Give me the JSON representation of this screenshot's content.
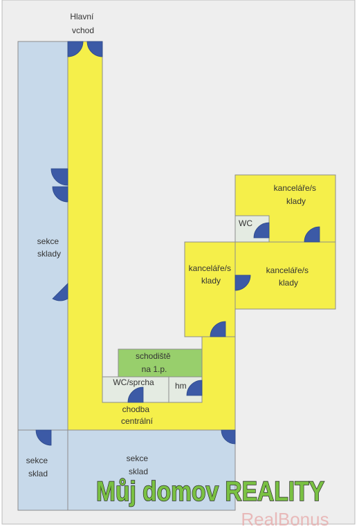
{
  "colors": {
    "background": "#eeeeee",
    "warehouse": "#c7d9ea",
    "corridor": "#f5ef4a",
    "staircase": "#98cf6c",
    "sanitary": "#e4ebe2",
    "door": "#3c5aa6",
    "wall": "#8c8c8c"
  },
  "labels": {
    "main_entrance": [
      "Hlavní",
      "vchod"
    ],
    "section_storage_left": [
      "sekce",
      "sklady"
    ],
    "office_top": [
      "kanceláře/s",
      "klady"
    ],
    "wc": "WC",
    "office_middle_left": [
      "kanceláře/s",
      "klady"
    ],
    "office_middle_right": [
      "kanceláře/s",
      "klady"
    ],
    "staircase": [
      "schodiště",
      "na 1.p."
    ],
    "wc_shower": "WC/sprcha",
    "hm": "hm",
    "central_corridor": [
      "chodba",
      "centrální"
    ],
    "section_storage_bottom_left": [
      "sekce",
      "sklad"
    ],
    "section_storage_bottom_mid": [
      "sekce",
      "sklad"
    ]
  },
  "watermark": {
    "logo": "Můj domov REALITY",
    "brand": "RealBonus"
  },
  "icons": [
    "door-swing-icon"
  ]
}
